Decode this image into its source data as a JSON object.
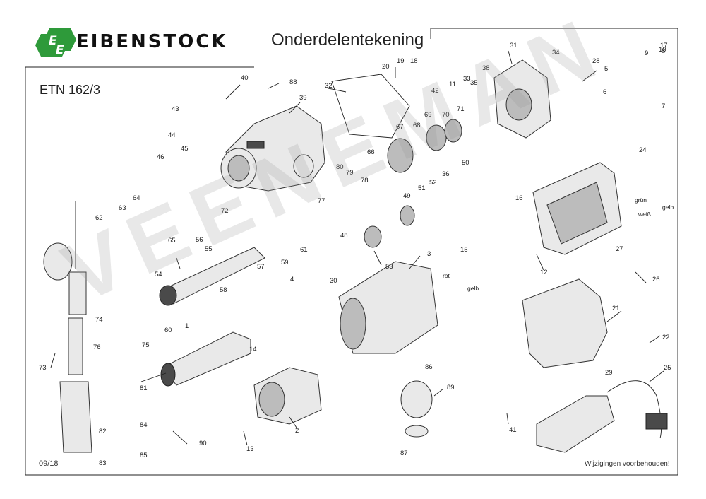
{
  "header": {
    "brand": "EIBENSTOCK",
    "title": "Onderdelentekening",
    "model": "ETN 162/3"
  },
  "footer": {
    "date_code": "09/18",
    "note": "Wijzigingen voorbehouden!"
  },
  "watermark": "VEENEMAN",
  "wire_labels": {
    "green": "grün",
    "white": "weiß",
    "yellow": "gelb",
    "red": "rot",
    "yellow2": "gelb"
  },
  "part_numbers": [
    "1",
    "2",
    "3",
    "4",
    "5",
    "6",
    "7",
    "8",
    "9",
    "10",
    "11",
    "12",
    "13",
    "14",
    "15",
    "16",
    "17",
    "18",
    "19",
    "20",
    "21",
    "22",
    "24",
    "25",
    "26",
    "27",
    "28",
    "29",
    "30",
    "31",
    "32",
    "33",
    "34",
    "35",
    "36",
    "38",
    "39",
    "40",
    "41",
    "42",
    "43",
    "44",
    "45",
    "46",
    "48",
    "49",
    "50",
    "51",
    "52",
    "53",
    "54",
    "55",
    "56",
    "57",
    "58",
    "59",
    "60",
    "61",
    "62",
    "63",
    "64",
    "65",
    "66",
    "67",
    "68",
    "69",
    "70",
    "71",
    "72",
    "73",
    "74",
    "75",
    "76",
    "77",
    "78",
    "79",
    "80",
    "81",
    "82",
    "83",
    "84",
    "85",
    "86",
    "87",
    "88",
    "89",
    "90"
  ]
}
